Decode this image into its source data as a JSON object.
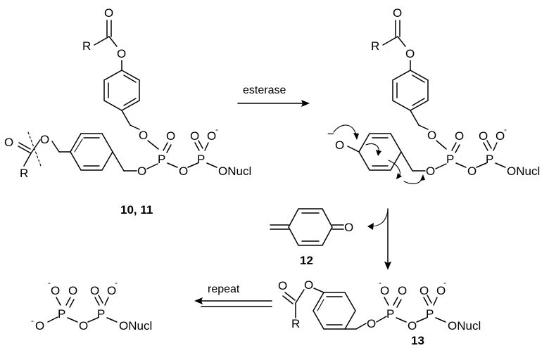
{
  "atoms": {
    "O": "O",
    "R": "R",
    "P": "P",
    "ONucl": "ONucl",
    "minus": "-",
    "minus_wide": "−"
  },
  "compounds": {
    "c10_11": "10, 11",
    "c12": "12",
    "c13": "13"
  },
  "arrows": {
    "esterase": "esterase",
    "repeat": "repeat"
  }
}
